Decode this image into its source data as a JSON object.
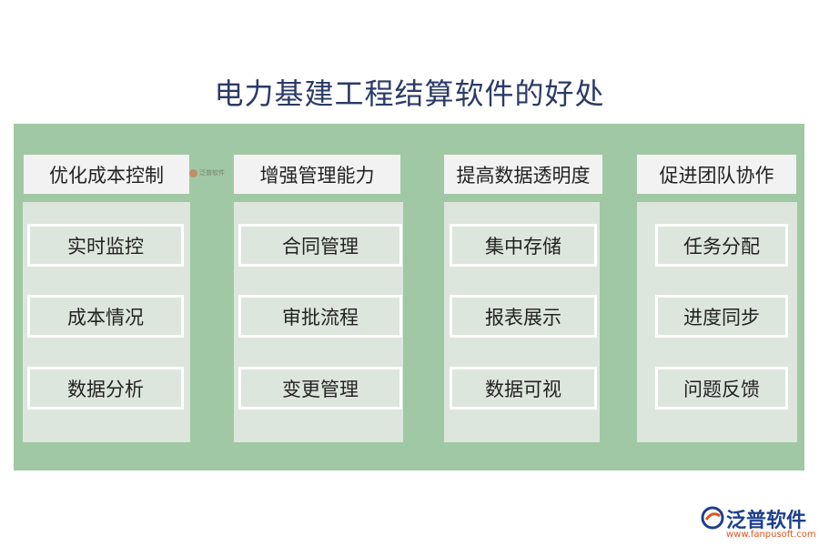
{
  "title": "电力基建工程结算软件的好处",
  "watermark_text": "泛普软件",
  "brand": {
    "name": "泛普软件",
    "url": "www.fanpusoft.com"
  },
  "columns": [
    {
      "heading": "优化成本控制",
      "items": [
        "实时监控",
        "成本情况",
        "数据分析"
      ]
    },
    {
      "heading": "增强管理能力",
      "items": [
        "合同管理",
        "审批流程",
        "变更管理"
      ]
    },
    {
      "heading": "提高数据透明度",
      "items": [
        "集中存储",
        "报表展示",
        "数据可视"
      ]
    },
    {
      "heading": "促进团队协作",
      "items": [
        "任务分配",
        "进度同步",
        "问题反馈"
      ]
    }
  ],
  "colors": {
    "title": "#2b3a67",
    "panel": "#a1c8a4",
    "column_body": "#dde6dd",
    "heading_bg": "#f2f2f2",
    "brand_blue": "#1d3f8f",
    "brand_orange": "#e0541d"
  },
  "icons": {
    "brand": "fanpu-logo-icon"
  }
}
